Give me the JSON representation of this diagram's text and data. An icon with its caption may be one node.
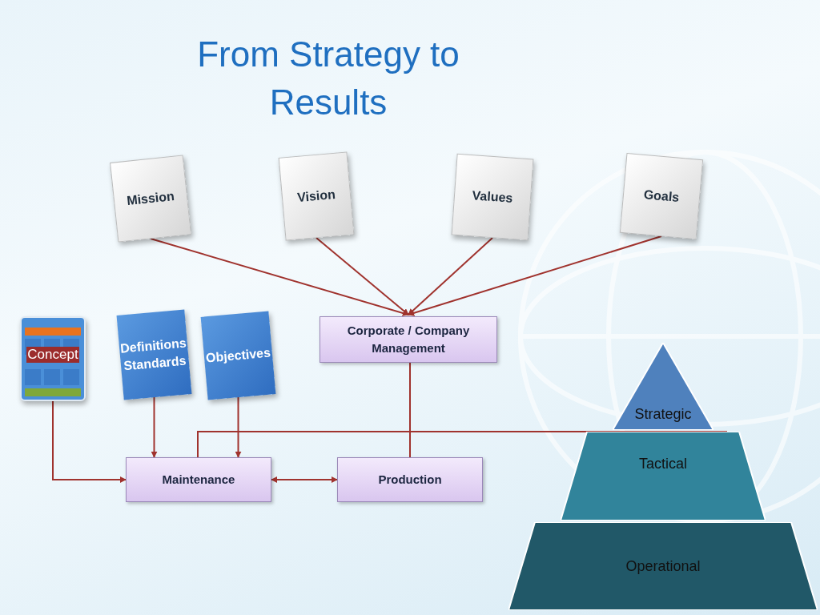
{
  "diagram": {
    "title": "From Strategy to Results",
    "nodes": [
      {
        "text": [
          "Mission"
        ]
      },
      {
        "text": [
          "Vision"
        ]
      },
      {
        "text": [
          "Values"
        ]
      },
      {
        "text": [
          "Goals"
        ]
      },
      {
        "text": [
          "Corporate / Company Management"
        ]
      },
      {
        "text": [
          "Concept"
        ]
      },
      {
        "text": [
          "Definitions Standards"
        ]
      },
      {
        "text": [
          "Objectives"
        ]
      },
      {
        "text": [
          "Maintenance"
        ]
      },
      {
        "text": [
          "Production"
        ]
      },
      {
        "text": [
          "Strategic"
        ]
      },
      {
        "text": [
          "Tactical"
        ]
      },
      {
        "text": [
          "Operational"
        ]
      }
    ],
    "edges": [
      {
        "from": 0,
        "to": 4,
        "arrow": "to"
      },
      {
        "from": 1,
        "to": 4,
        "arrow": "to"
      },
      {
        "from": 2,
        "to": 4,
        "arrow": "to"
      },
      {
        "from": 3,
        "to": 4,
        "arrow": "to"
      },
      {
        "from": 4,
        "to": 9,
        "arrow": "none"
      },
      {
        "from": 5,
        "to": 8,
        "arrow": "to"
      },
      {
        "from": 6,
        "to": 8,
        "arrow": "to"
      },
      {
        "from": 7,
        "to": 8,
        "arrow": "to"
      },
      {
        "from": 8,
        "to": 9,
        "arrow": "both"
      },
      {
        "from": 8,
        "to": 11,
        "arrow": "none"
      }
    ]
  }
}
